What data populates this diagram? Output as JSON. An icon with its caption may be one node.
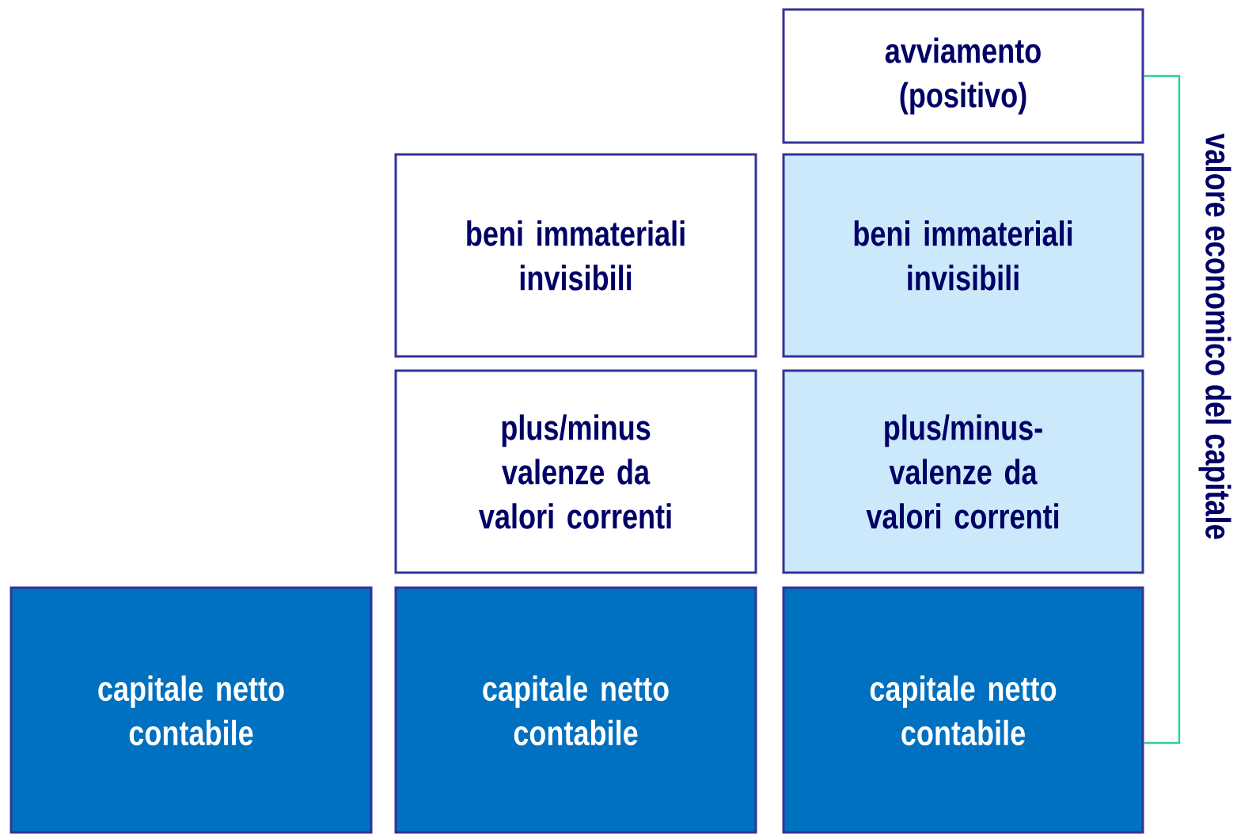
{
  "diagram": {
    "nodes": [
      {
        "text": [
          "avviamento (positivo)"
        ]
      },
      {
        "text": [
          "beni immateriali invisibili"
        ]
      },
      {
        "text": [
          "beni immateriali invisibili"
        ]
      },
      {
        "text": [
          "plus/minus valenze da valori correnti"
        ]
      },
      {
        "text": [
          "plus/minus- valenze da valori correnti"
        ]
      },
      {
        "text": [
          "capitale netto contabile"
        ]
      },
      {
        "text": [
          "capitale netto contabile"
        ]
      },
      {
        "text": [
          "capitale netto contabile"
        ]
      }
    ],
    "labels": [
      "valore economico del capitale"
    ]
  }
}
